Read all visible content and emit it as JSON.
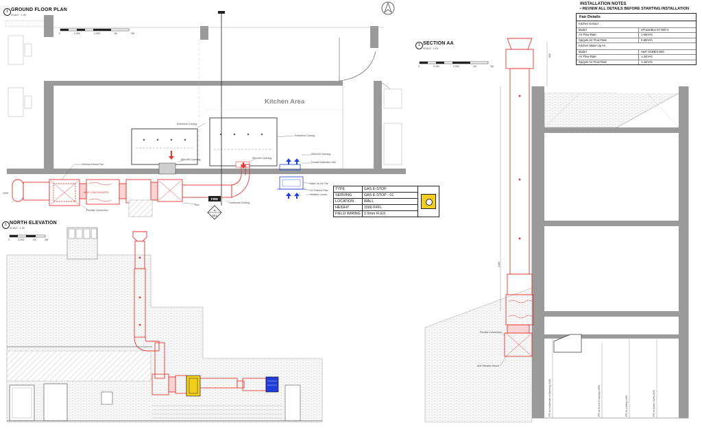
{
  "plan": {
    "number": "1",
    "title": "GROUND FLOOR PLAN",
    "scale": "SCALE : 1:25",
    "scalebar_ticks": [
      "0",
      "0.250",
      "0.500",
      "1M",
      "2M"
    ]
  },
  "room_label": "Kitchen Area",
  "plan_labels": {
    "extraction_canopy_1": "Extraction Canopy",
    "extraction_canopy_2": "Extraction Canopy",
    "opening_1": "800x450 Opening",
    "opening_2": "500x400 Opening",
    "opening_3": "600x400 Opening",
    "kitchen_extract_fan": "Kitchen Extract Fan",
    "flexible_connection": "Flexible Connection",
    "attenuator_text": "NEW 1.0M SILENCER",
    "cardboard_ducting": "Cardboard Ducting",
    "double_deflection_grill": "Double Deflection Grill",
    "make_up_air_fan": "Make Up Air Fan",
    "fire_rated_filter": "G4 Filtered Filter",
    "weather_louvre": "Weather Louvre",
    "dim_left": "2400",
    "section_tag_top": "A",
    "section_tag_bottom": "SE1",
    "fire_tag": "FIRE"
  },
  "gas_table": {
    "rows": [
      {
        "k": "TYPE",
        "v": "GAS E-STOP"
      },
      {
        "k": "SERVING",
        "v": "GAS E-STOP - 01"
      },
      {
        "k": "LOCATION",
        "v": "WALL"
      },
      {
        "k": "HEIGHT",
        "v": "1500 FFFL"
      },
      {
        "k": "FIELD WIRING",
        "v": "1.0mm FLEX"
      }
    ],
    "image_label": "Gas emergency stop button (image)"
  },
  "elevation": {
    "number": "1",
    "title": "NORTH ELEVATION",
    "scale": "SCALE : 1:50",
    "scalebar_ticks": [
      "0",
      "0.500",
      "1M",
      "2M"
    ]
  },
  "section": {
    "number": "1",
    "title": "SECTION AA",
    "scale": "SCALE : 1:25",
    "scalebar_ticks": [
      "0",
      "0.250",
      "0.500",
      "1M",
      "2M"
    ],
    "labels": {
      "flexible_connection": "Flexible Connection",
      "anti_vibration_mount": "Anti Vibration Mount",
      "dim_1": "FFL to Underside of Opening 2100",
      "dim_2": "FFL to Front of Canopy 2050",
      "dim_3": "FFL to Ceiling 2450",
      "dim_4": "FFL to Beam Soffit 2150",
      "dim_top": "800",
      "dim_mid": "2400"
    }
  },
  "installation_notes": {
    "title": "INSTALLATION NOTES",
    "bullet": "REVIEW ALL DETAILS BEFORE STARTING INSTALLATION"
  },
  "fan_details": {
    "header": "Fan Details",
    "groups": [
      {
        "name": "Kitchen Extract",
        "rows": [
          {
            "k": "Model",
            "v": "ePowerBox 67-500-1"
          },
          {
            "k": "Air Flow Rate",
            "v": "1.69m³/s"
          },
          {
            "k": "Spigots Air Flow Rate",
            "v": "0.85m³/s"
          }
        ]
      },
      {
        "name": "Kitchen Make-Up Air",
        "rows": [
          {
            "k": "Model",
            "v": "S&P HCBB/4-500"
          },
          {
            "k": "Air Flow Rate",
            "v": "1.44m³/s"
          },
          {
            "k": "Spigots Air Flow Rate",
            "v": "1.44m³/s"
          }
        ]
      }
    ]
  },
  "colors": {
    "duct": "#e3342f",
    "supply": "#1f3fd6",
    "wall": "#9a9a9a",
    "line": "#222222",
    "gas_button": "#f2cf1f"
  },
  "icons": {
    "north_arrow": "north-arrow-icon",
    "gas_button": "gas-emergency-stop-icon"
  }
}
